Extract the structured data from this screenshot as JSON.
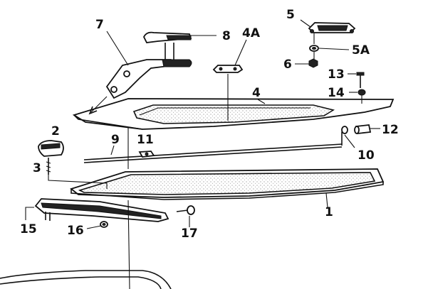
{
  "callouts": {
    "c1": "1",
    "c2": "2",
    "c3": "3",
    "c4": "4",
    "c4a": "4A",
    "c5": "5",
    "c5a": "5A",
    "c6": "6",
    "c7": "7",
    "c8": "8",
    "c9": "9",
    "c10": "10",
    "c11": "11",
    "c12": "12",
    "c13": "13",
    "c14": "14",
    "c15": "15",
    "c16": "16",
    "c17": "17"
  },
  "colors": {
    "ink": "#111111",
    "background": "#ffffff"
  }
}
